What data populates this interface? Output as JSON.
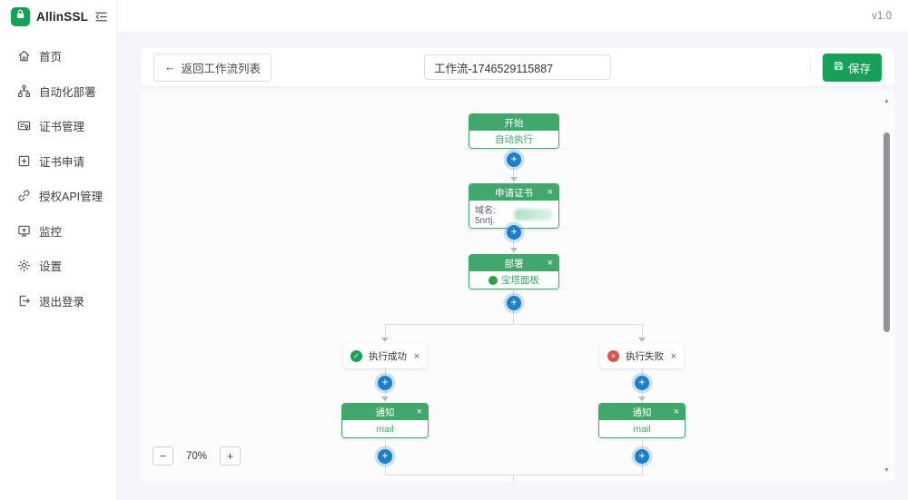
{
  "app": {
    "name": "AllinSSL",
    "version": "v1.0"
  },
  "sidebar": {
    "items": [
      {
        "id": "home",
        "label": "首页"
      },
      {
        "id": "auto-deploy",
        "label": "自动化部署"
      },
      {
        "id": "cert-manage",
        "label": "证书管理"
      },
      {
        "id": "cert-apply",
        "label": "证书申请"
      },
      {
        "id": "api-auth",
        "label": "授权API管理"
      },
      {
        "id": "monitor",
        "label": "监控"
      },
      {
        "id": "settings",
        "label": "设置"
      },
      {
        "id": "logout",
        "label": "退出登录"
      }
    ]
  },
  "toolbar": {
    "back_label": "返回工作流列表",
    "workflow_name_value": "工作流-1746529115887",
    "save_label": "保存"
  },
  "canvas": {
    "zoom_level": "70%",
    "nodes": {
      "start": {
        "title": "开始",
        "body": "自动执行"
      },
      "apply_cert": {
        "title": "申请证书",
        "domain_label": "域名: 5nrtj."
      },
      "deploy": {
        "title": "部署",
        "provider": "宝塔面板"
      },
      "branch_success": {
        "label": "执行成功"
      },
      "branch_failure": {
        "label": "执行失败"
      },
      "notify_success": {
        "title": "通知",
        "channel": "mail"
      },
      "notify_failure": {
        "title": "通知",
        "channel": "mail"
      }
    }
  },
  "icons": {
    "back_arrow": "←",
    "close": "×",
    "plus": "+",
    "minus": "−",
    "check": "✓",
    "cross": "×",
    "scroll_up": "▲",
    "scroll_down": "▼"
  },
  "colors": {
    "brand_green": "#18a058",
    "node_green": "#42a76c",
    "plus_blue": "#2080c4",
    "error_red": "#d9534f"
  }
}
